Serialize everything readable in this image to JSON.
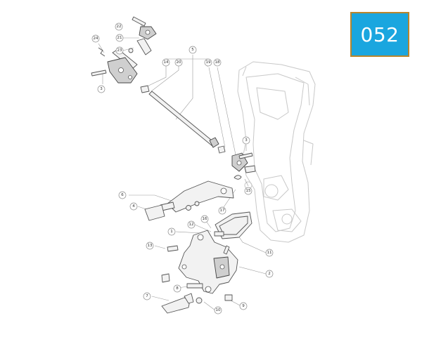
{
  "badge": {
    "label": "052",
    "background": "#1aa6df",
    "border": "#b8862d"
  },
  "callouts": [
    "1",
    "2",
    "3",
    "4",
    "5",
    "6",
    "7",
    "8",
    "9",
    "10",
    "11",
    "12",
    "13",
    "14",
    "15",
    "16",
    "17",
    "18",
    "19",
    "20",
    "21",
    "22",
    "23",
    "24"
  ]
}
